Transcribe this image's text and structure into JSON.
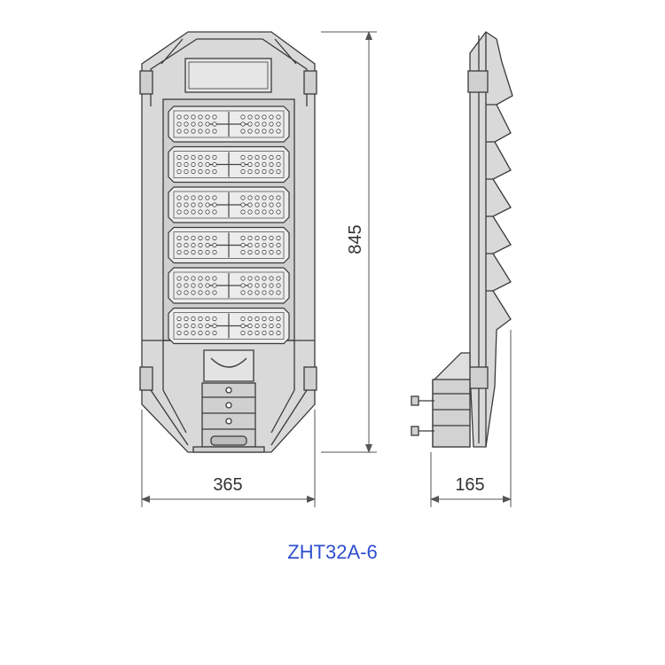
{
  "dimensions": {
    "height": "845",
    "width_front": "365",
    "depth_side": "165"
  },
  "model_name": "ZHT32A-6",
  "led_module_count": 6,
  "colors": {
    "line": "#3a3a3a",
    "fill": "#d8d8d8",
    "dim": "#555555",
    "model": "#2f4fd0"
  }
}
